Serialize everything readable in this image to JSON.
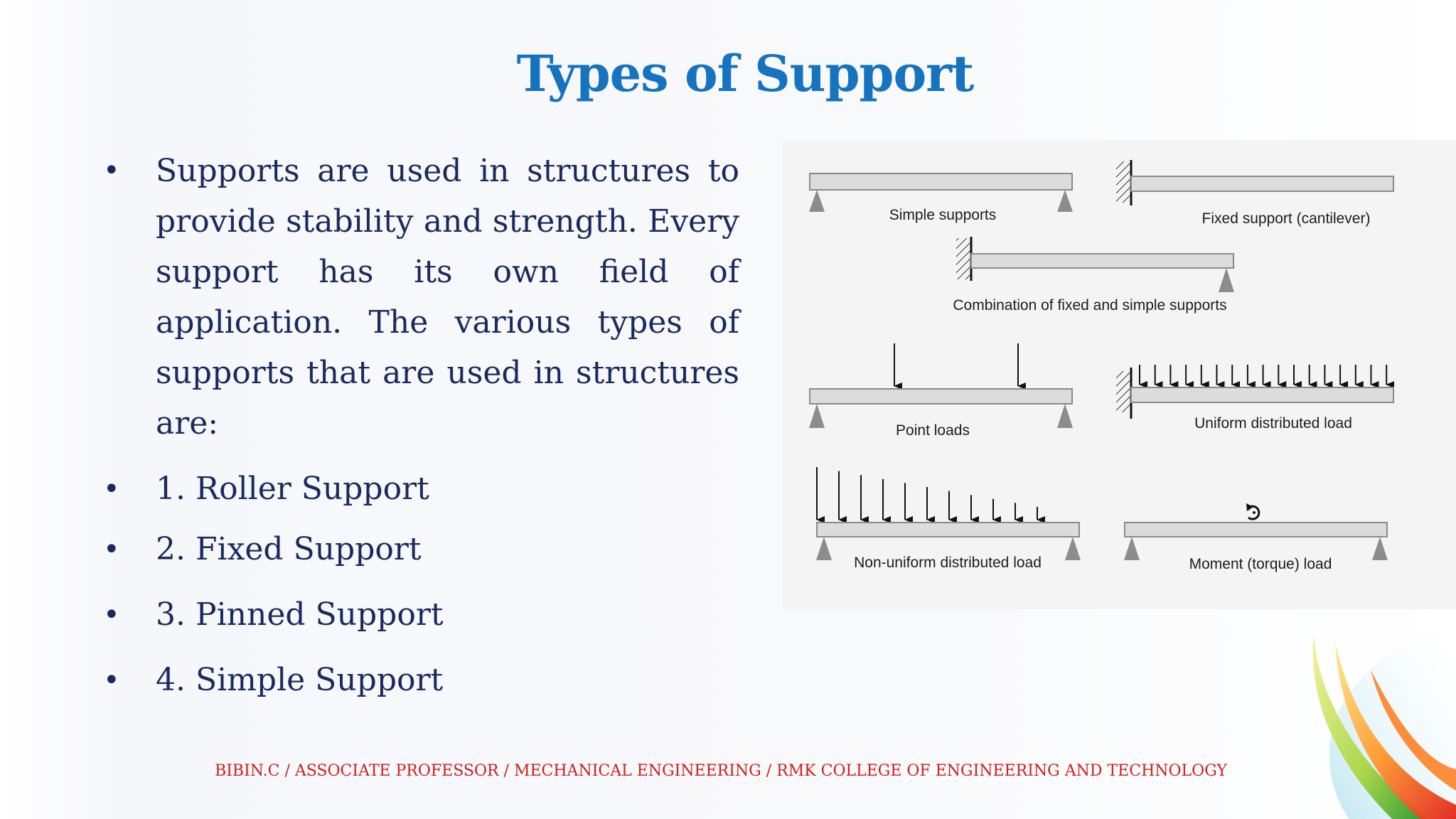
{
  "slide": {
    "title": "Types of Support",
    "intro": "Supports are used in structures to provide stability and strength. Every support has its own field of application. The various types of supports that are used in structures are:",
    "bullet_glyph": "•",
    "items": [
      "1. Roller Support",
      "2. Fixed Support",
      "3. Pinned Support",
      "4. Simple Support"
    ],
    "footer": "BIBIN.C / ASSOCIATE PROFESSOR / MECHANICAL ENGINEERING / RMK COLLEGE OF ENGINEERING AND TECHNOLOGY"
  },
  "figure": {
    "captions": {
      "simple": "Simple supports",
      "fixed": "Fixed support (cantilever)",
      "combination": "Combination of fixed and simple supports",
      "point": "Point loads",
      "uniform": "Uniform distributed load",
      "nonuniform": "Non-uniform distributed load",
      "moment": "Moment (torque) load"
    }
  },
  "colors": {
    "title": "#1573bf",
    "body_text": "#1a2a5c",
    "footer": "#cc1f1f",
    "beam_fill": "#dcdcdc",
    "support_fill": "#8c8c8c"
  }
}
